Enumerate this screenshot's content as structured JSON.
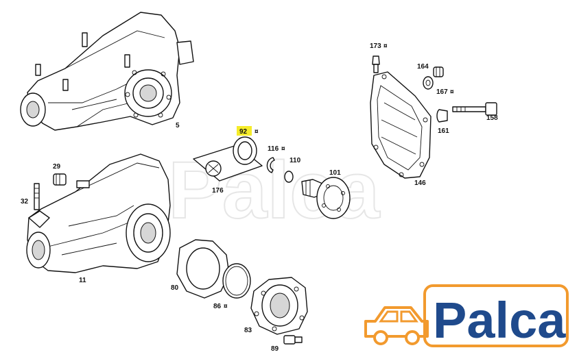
{
  "parts": [
    {
      "id": "p5",
      "label": "5",
      "star": false
    },
    {
      "id": "p11",
      "label": "11",
      "star": false
    },
    {
      "id": "p29",
      "label": "29",
      "star": false
    },
    {
      "id": "p32",
      "label": "32",
      "star": false
    },
    {
      "id": "p80",
      "label": "80",
      "star": false
    },
    {
      "id": "p83",
      "label": "83",
      "star": false
    },
    {
      "id": "p86",
      "label": "86",
      "star": true
    },
    {
      "id": "p89",
      "label": "89",
      "star": false
    },
    {
      "id": "p92",
      "label": "92",
      "star": true,
      "highlighted": true
    },
    {
      "id": "p101",
      "label": "101",
      "star": false
    },
    {
      "id": "p110",
      "label": "110",
      "star": false
    },
    {
      "id": "p116",
      "label": "116",
      "star": true
    },
    {
      "id": "p146",
      "label": "146",
      "star": false
    },
    {
      "id": "p158",
      "label": "158",
      "star": false
    },
    {
      "id": "p161",
      "label": "161",
      "star": false
    },
    {
      "id": "p164",
      "label": "164",
      "star": false
    },
    {
      "id": "p167",
      "label": "167",
      "star": true
    },
    {
      "id": "p173",
      "label": "173",
      "star": true
    },
    {
      "id": "p176",
      "label": "176",
      "star": false
    }
  ],
  "star_glyph": "¤",
  "highlight_color": "#f5ec2a",
  "watermark_text": "Palca",
  "logo": {
    "text": "Palca",
    "text_color": "#1f4a8c",
    "accent_color": "#f29a2e"
  }
}
